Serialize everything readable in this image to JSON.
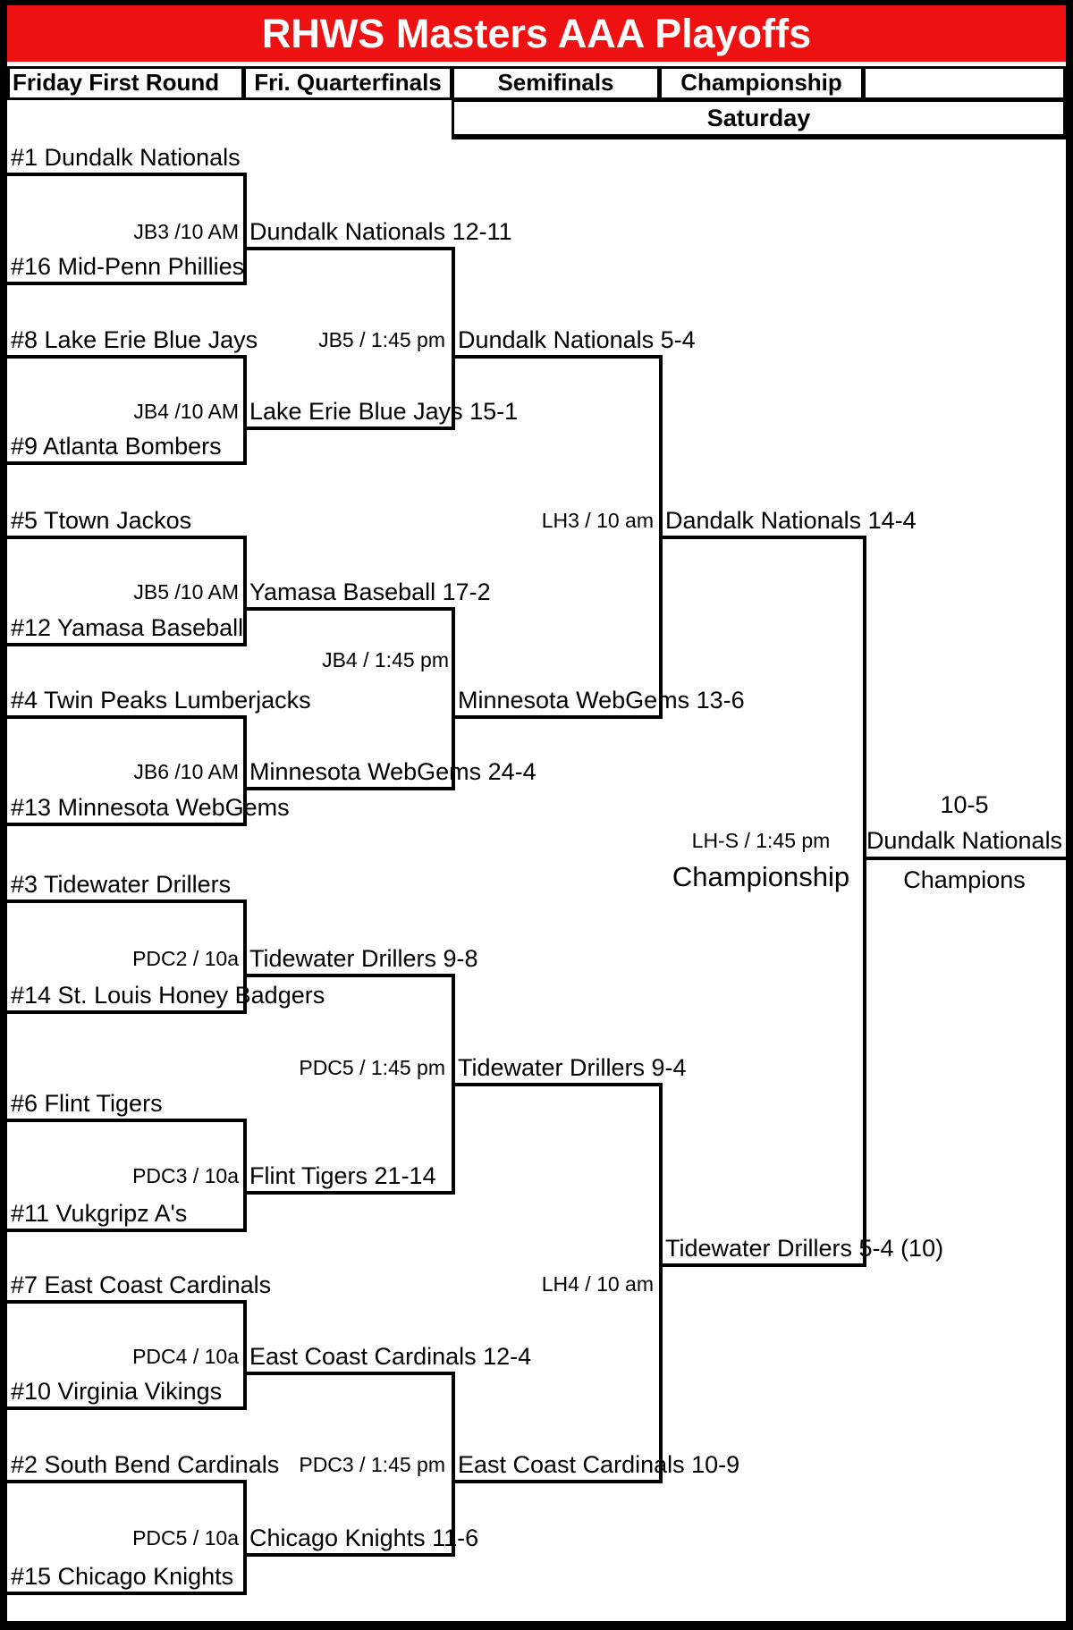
{
  "title": "RHWS Masters AAA Playoffs",
  "colors": {
    "accent_red": "#ee1111",
    "line_black": "#000000"
  },
  "header": {
    "columns": [
      "Friday First Round",
      "Fri. Quarterfinals",
      "Semifinals",
      "Championship",
      ""
    ],
    "day": "Saturday"
  },
  "round1": {
    "teams": [
      "#1 Dundalk Nationals",
      "#16 Mid-Penn Phillies",
      "#8 Lake Erie Blue Jays",
      "#9 Atlanta Bombers",
      "#5 Ttown Jackos",
      "#12 Yamasa Baseball",
      "#4 Twin Peaks Lumberjacks",
      "#13 Minnesota WebGems",
      "#3 Tidewater Drillers",
      "#14 St. Louis Honey Badgers",
      "#6 Flint Tigers",
      "#11 Vukgripz A's",
      "#7 East Coast Cardinals",
      "#10 Virginia Vikings",
      "#2 South Bend Cardinals",
      "#15 Chicago Knights"
    ],
    "games": [
      {
        "label": "JB3 /10 AM",
        "winner": "Dundalk Nationals 12-11"
      },
      {
        "label": "JB4 /10 AM",
        "winner": "Lake Erie Blue Jays 15-1"
      },
      {
        "label": "JB5 /10 AM",
        "winner": "Yamasa Baseball 17-2"
      },
      {
        "label": "JB6 /10 AM",
        "winner": "Minnesota WebGems 24-4"
      },
      {
        "label": "PDC2 / 10a",
        "winner": "Tidewater Drillers 9-8"
      },
      {
        "label": "PDC3 / 10a",
        "winner": "Flint Tigers 21-14"
      },
      {
        "label": "PDC4 / 10a",
        "winner": "East Coast Cardinals 12-4"
      },
      {
        "label": "PDC5 / 10a",
        "winner": "Chicago Knights 11-6"
      }
    ]
  },
  "quarterfinals": [
    {
      "label": "JB5 / 1:45 pm",
      "winner": "Dundalk Nationals 5-4"
    },
    {
      "label": "JB4 / 1:45 pm",
      "winner": "Minnesota WebGems 13-6"
    },
    {
      "label": "PDC5 / 1:45 pm",
      "winner": "Tidewater Drillers 9-4"
    },
    {
      "label": "PDC3 / 1:45 pm",
      "winner": "East Coast Cardinals 10-9"
    }
  ],
  "semifinals": [
    {
      "label": "LH3 / 10 am",
      "winner": "Dandalk Nationals 14-4"
    },
    {
      "label": "LH4 / 10 am",
      "winner": "Tidewater Drillers 5-4 (10)"
    }
  ],
  "championship": {
    "game": "LH-S / 1:45 pm",
    "label": "Championship",
    "score": "10-5",
    "winner": "Dundalk Nationals",
    "winner_caption": "Champions"
  }
}
